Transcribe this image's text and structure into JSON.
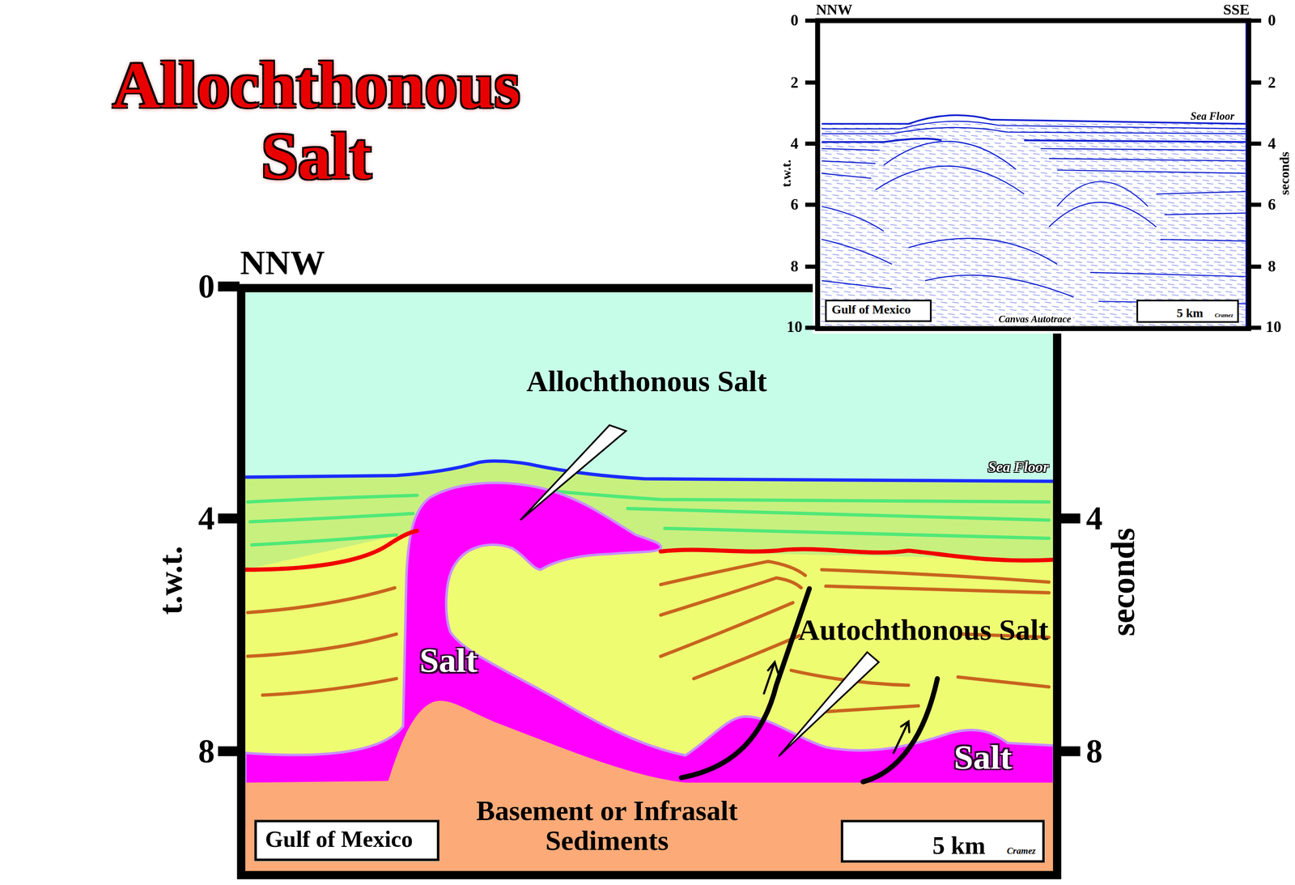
{
  "diagram": {
    "title": "Allochthonous Salt",
    "nodes": [
      {
        "text": [
          "Gulf of Mexico"
        ]
      },
      {
        "text": [
          "5 km",
          "Cramez"
        ]
      },
      {
        "text": [
          "Gulf of Mexico"
        ]
      },
      {
        "text": [
          "5 km",
          "Cramez"
        ]
      }
    ],
    "labels": [
      "NNW",
      "SSE",
      "0",
      "2",
      "4",
      "6",
      "8",
      "10",
      "0",
      "2",
      "4",
      "6",
      "8",
      "10",
      "t.w.t.",
      "seconds",
      "Sea Floor",
      "Canvas Autotrace",
      "NNW",
      "0",
      "4",
      "8",
      "4",
      "8",
      "t.w.t.",
      "seconds",
      "Allochthonous Salt",
      "Sea Floor",
      "Autochthonous Salt",
      "Salt",
      "Salt",
      "Basement or Infrasalt Sediments"
    ]
  }
}
